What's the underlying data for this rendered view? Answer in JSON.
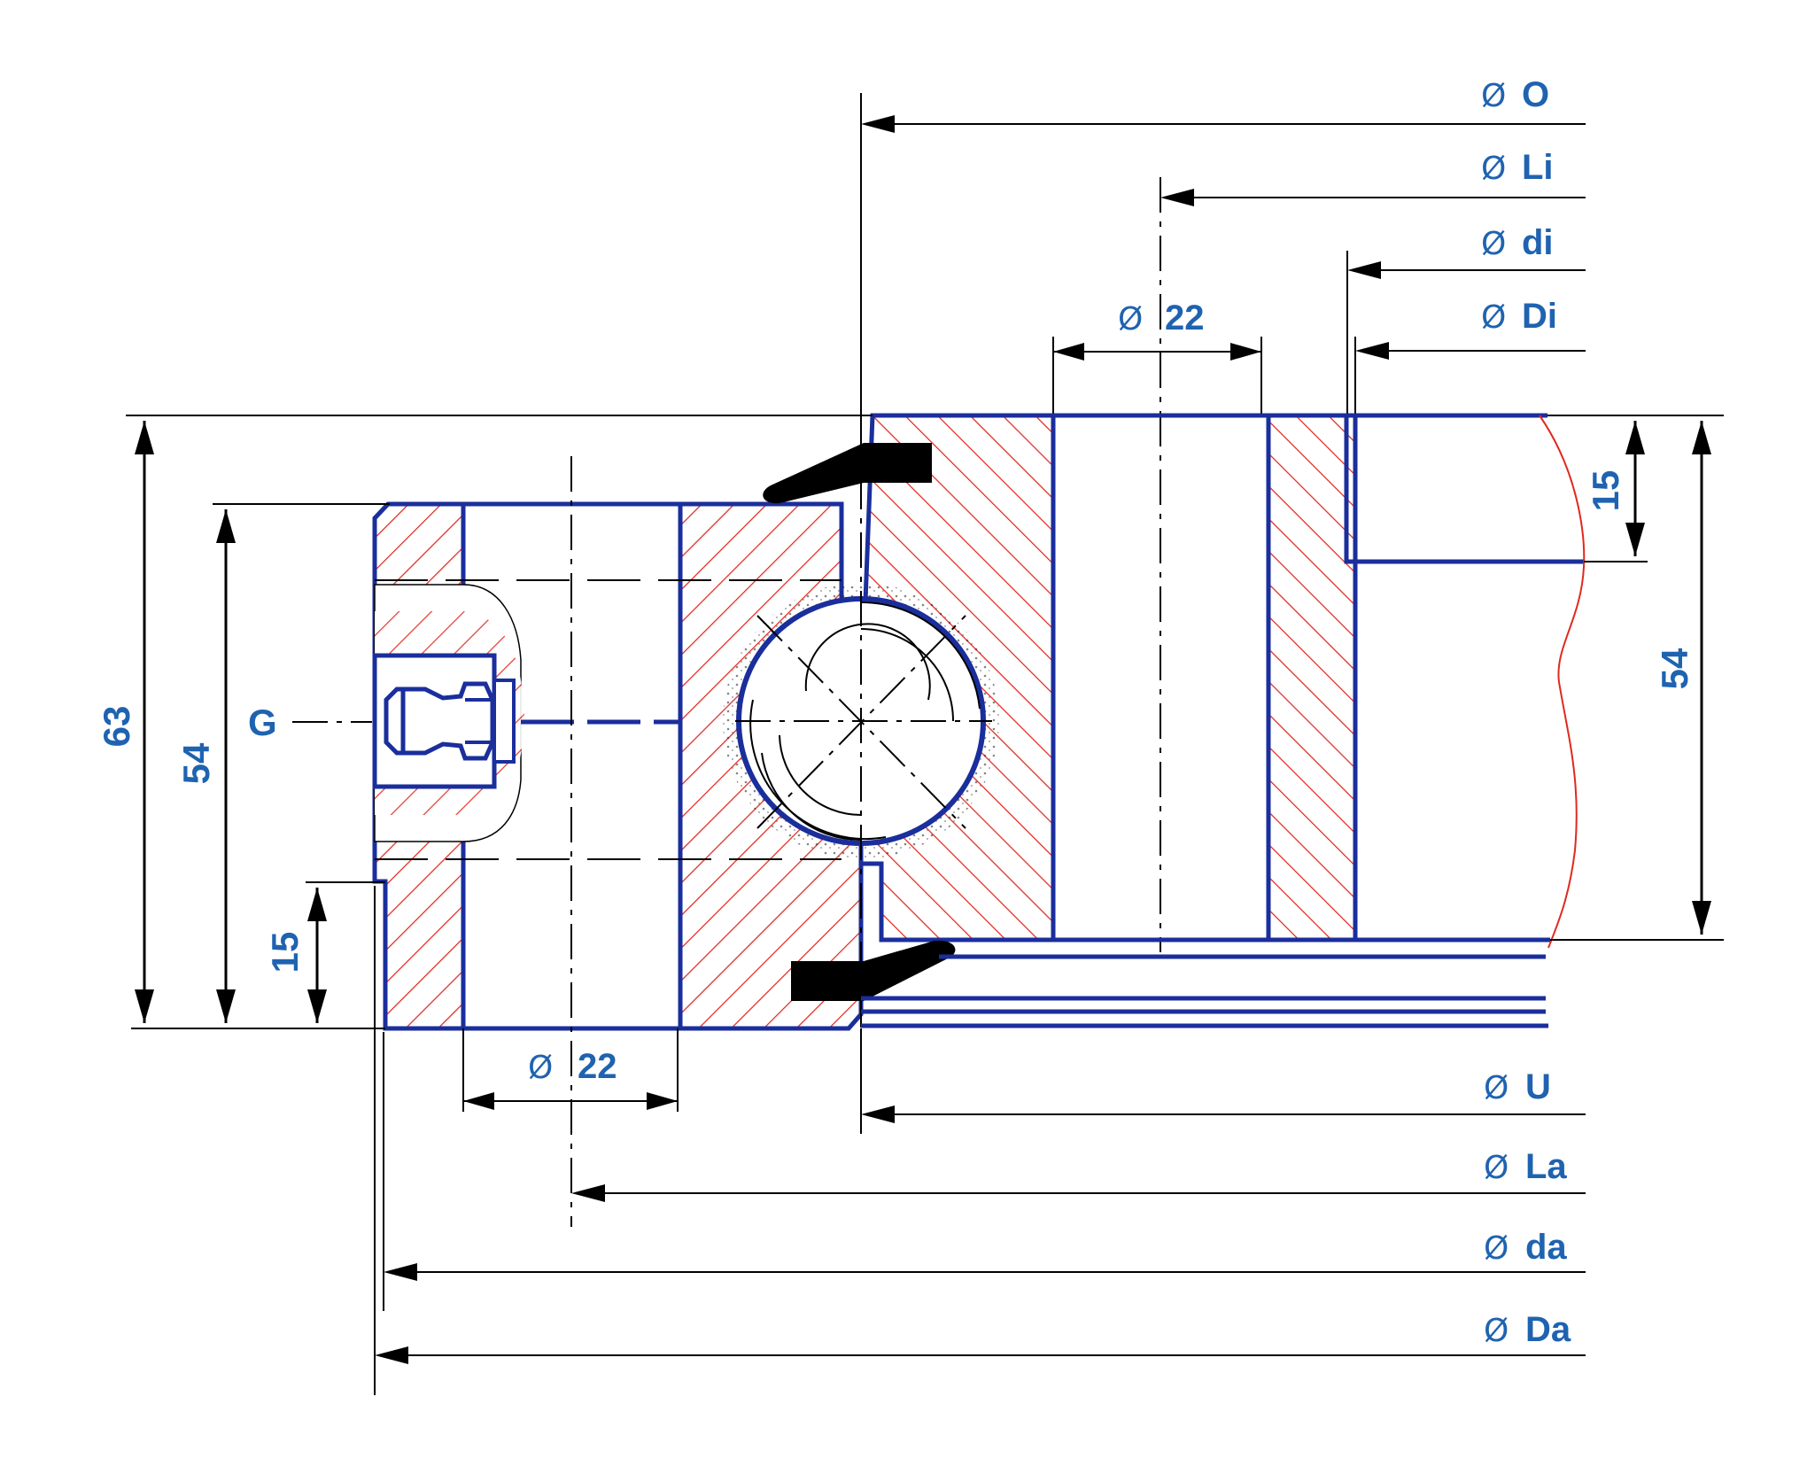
{
  "drawing": {
    "title": "Slewing ring bearing cross-section",
    "colors": {
      "label": "#1f63b0",
      "outline": "#1a2e9c",
      "hatch": "#e0291f",
      "dimension": "#000000"
    },
    "diameter_symbol": "Ø",
    "top_labels": [
      {
        "sym": "Ø",
        "name": "O"
      },
      {
        "sym": "Ø",
        "name": "Li"
      },
      {
        "sym": "Ø",
        "name": "di"
      },
      {
        "sym": "Ø",
        "name": "Di"
      }
    ],
    "bottom_labels": [
      {
        "sym": "Ø",
        "name": "U"
      },
      {
        "sym": "Ø",
        "name": "La"
      },
      {
        "sym": "Ø",
        "name": "da"
      },
      {
        "sym": "Ø",
        "name": "Da"
      }
    ],
    "hole_top": {
      "sym": "Ø",
      "value": "22"
    },
    "hole_bottom": {
      "sym": "Ø",
      "value": "22"
    },
    "left_dims": {
      "overall_height": "63",
      "ring_height": "54",
      "step_height": "15",
      "grease_nipple": "G"
    },
    "right_dims": {
      "step_height": "15",
      "ring_height": "54"
    }
  }
}
